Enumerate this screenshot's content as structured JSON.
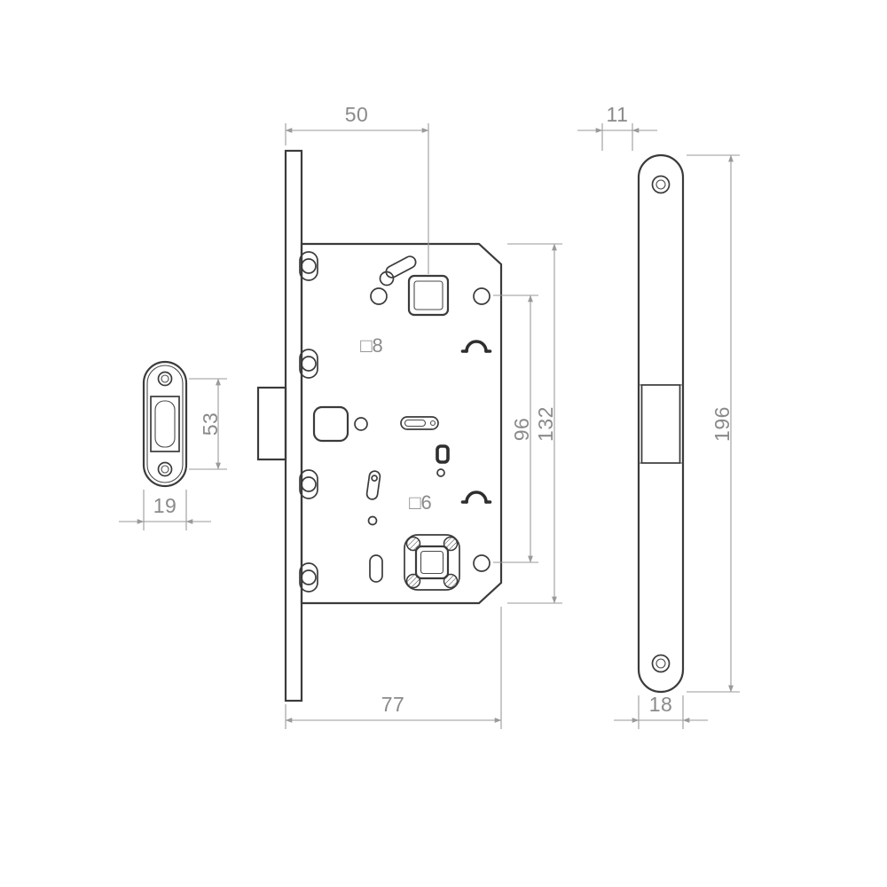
{
  "drawing": {
    "subject": "magnetic mortise lock dimensional technical drawing",
    "views": {
      "left": "strike-plate",
      "center": "lock-body",
      "right": "faceplate"
    },
    "colors": {
      "line": "#3b3b3b",
      "dim_line": "#9a9a9a",
      "dim_text": "#8a8a8a",
      "background": "#ffffff"
    },
    "labels": {
      "backset": "50",
      "top_right_offset": "11",
      "strike_length": "53",
      "strike_width": "19",
      "centers_distance": "96",
      "case_height": "132",
      "faceplate_height": "196",
      "case_depth": "77",
      "faceplate_width": "18",
      "spindle_square_top": "□8",
      "spindle_square_bottom": "□6"
    }
  }
}
